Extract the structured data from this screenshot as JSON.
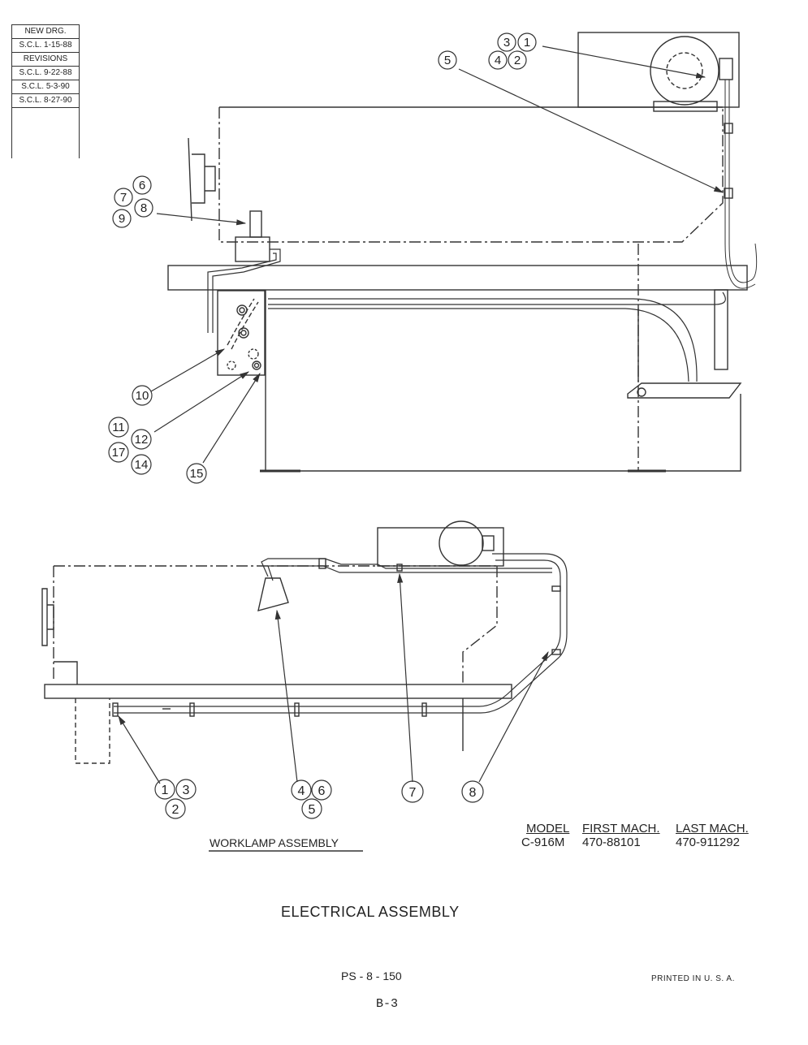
{
  "revision_block": {
    "new_drawing_label": "NEW DRG.",
    "new_drawing_date": "S.C.L. 1-15-88",
    "revisions_label": "REVISIONS",
    "revisions": [
      "S.C.L. 9-22-88",
      "S.C.L. 5-3-90",
      "S.C.L. 8-27-90"
    ]
  },
  "top_callouts": [
    "1",
    "2",
    "3",
    "4",
    "5",
    "6",
    "7",
    "8",
    "9",
    "10",
    "11",
    "12",
    "14",
    "15",
    "17"
  ],
  "bottom_callouts": [
    "1",
    "2",
    "3",
    "4",
    "5",
    "6",
    "7",
    "8"
  ],
  "worklamp_label": "WORKLAMP ASSEMBLY",
  "model_table": {
    "headers": [
      "MODEL",
      "FIRST MACH.",
      "LAST MACH."
    ],
    "values": [
      "C-916M",
      "470-88101",
      "470-911292"
    ]
  },
  "title": "ELECTRICAL ASSEMBLY",
  "page_code": "PS - 8 - 150",
  "page_number": "B-3",
  "printed_label": "PRINTED IN U. S. A."
}
